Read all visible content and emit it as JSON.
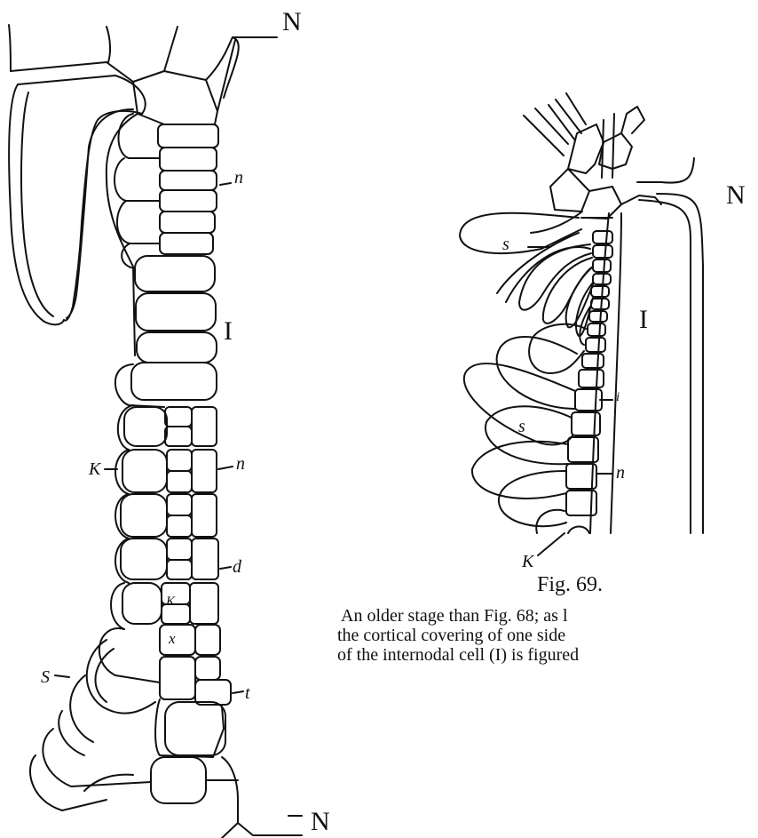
{
  "left_figure": {
    "label_N_top": "N",
    "label_N_bottom": "N",
    "label_I": "I",
    "label_n_1": "n",
    "label_n_2": "n",
    "label_k_left": "K",
    "label_k_mid": "K",
    "label_x": "x",
    "label_S": "S",
    "label_d": "d",
    "label_t": "t"
  },
  "right_figure": {
    "label_N": "N",
    "label_I": "I",
    "label_s_upper": "s",
    "label_s_lower": "s",
    "label_i": "i",
    "label_n": "n",
    "label_k": "K"
  },
  "caption": {
    "title": "Fig. 69.",
    "lines": [
      "An older stage than Fig. 68; as l",
      "the cortical covering of one side",
      "of the internodal cell (I) is figured"
    ]
  }
}
